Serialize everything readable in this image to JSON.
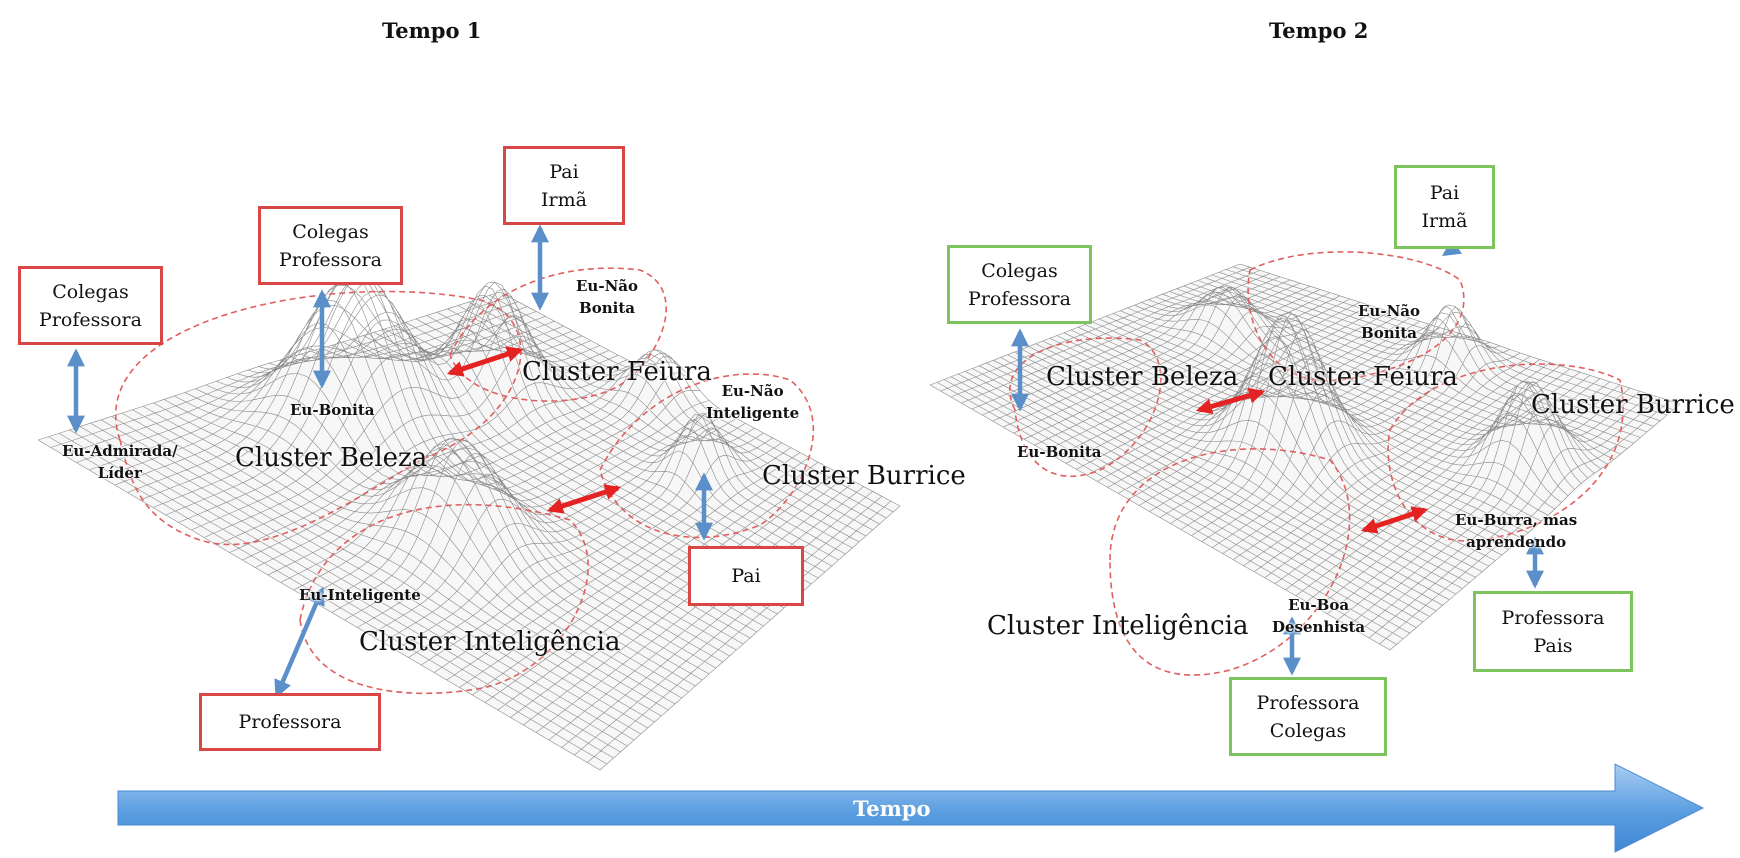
{
  "titles": {
    "left": "Tempo 1",
    "right": "Tempo 2"
  },
  "timeline": {
    "label": "Tempo"
  },
  "colors": {
    "box_red": "#d84646",
    "box_green": "#7dc35e",
    "arrow_blue": "#5b8fc9",
    "arrow_red": "#e52222",
    "cluster_outline": "#e06060",
    "timeline_blue": "#5a9de0"
  },
  "left": {
    "boxes": {
      "colegas_left": "Colegas\nProfessora",
      "colegas_mid": "Colegas\nProfessora",
      "pai_irma": "Pai\nIrmã",
      "pai": "Pai",
      "professora": "Professora"
    },
    "selves": {
      "admirada": "Eu-Admirada/\nLíder",
      "bonita": "Eu-Bonita",
      "nao_bonita": "Eu-Não\nBonita",
      "nao_inteligente": "Eu-Não\nInteligente",
      "inteligente": "Eu-Inteligente"
    },
    "clusters": {
      "beleza": "Cluster Beleza",
      "feiura": "Cluster Feiura",
      "burrice": "Cluster Burrice",
      "inteligencia": "Cluster Inteligência"
    }
  },
  "right": {
    "boxes": {
      "colegas": "Colegas\nProfessora",
      "pai_irma": "Pai\nIrmã",
      "professora_pais": "Professora\nPais",
      "professora_colegas": "Professora\nColegas"
    },
    "selves": {
      "bonita": "Eu-Bonita",
      "nao_bonita": "Eu-Não\nBonita",
      "burra": "Eu-Burra, mas\naprendendo",
      "desenhista": "Eu-Boa\nDesenhista"
    },
    "clusters": {
      "beleza": "Cluster Beleza",
      "feiura": "Cluster Feiura",
      "burrice": "Cluster Burrice",
      "inteligencia": "Cluster Inteligência"
    }
  }
}
